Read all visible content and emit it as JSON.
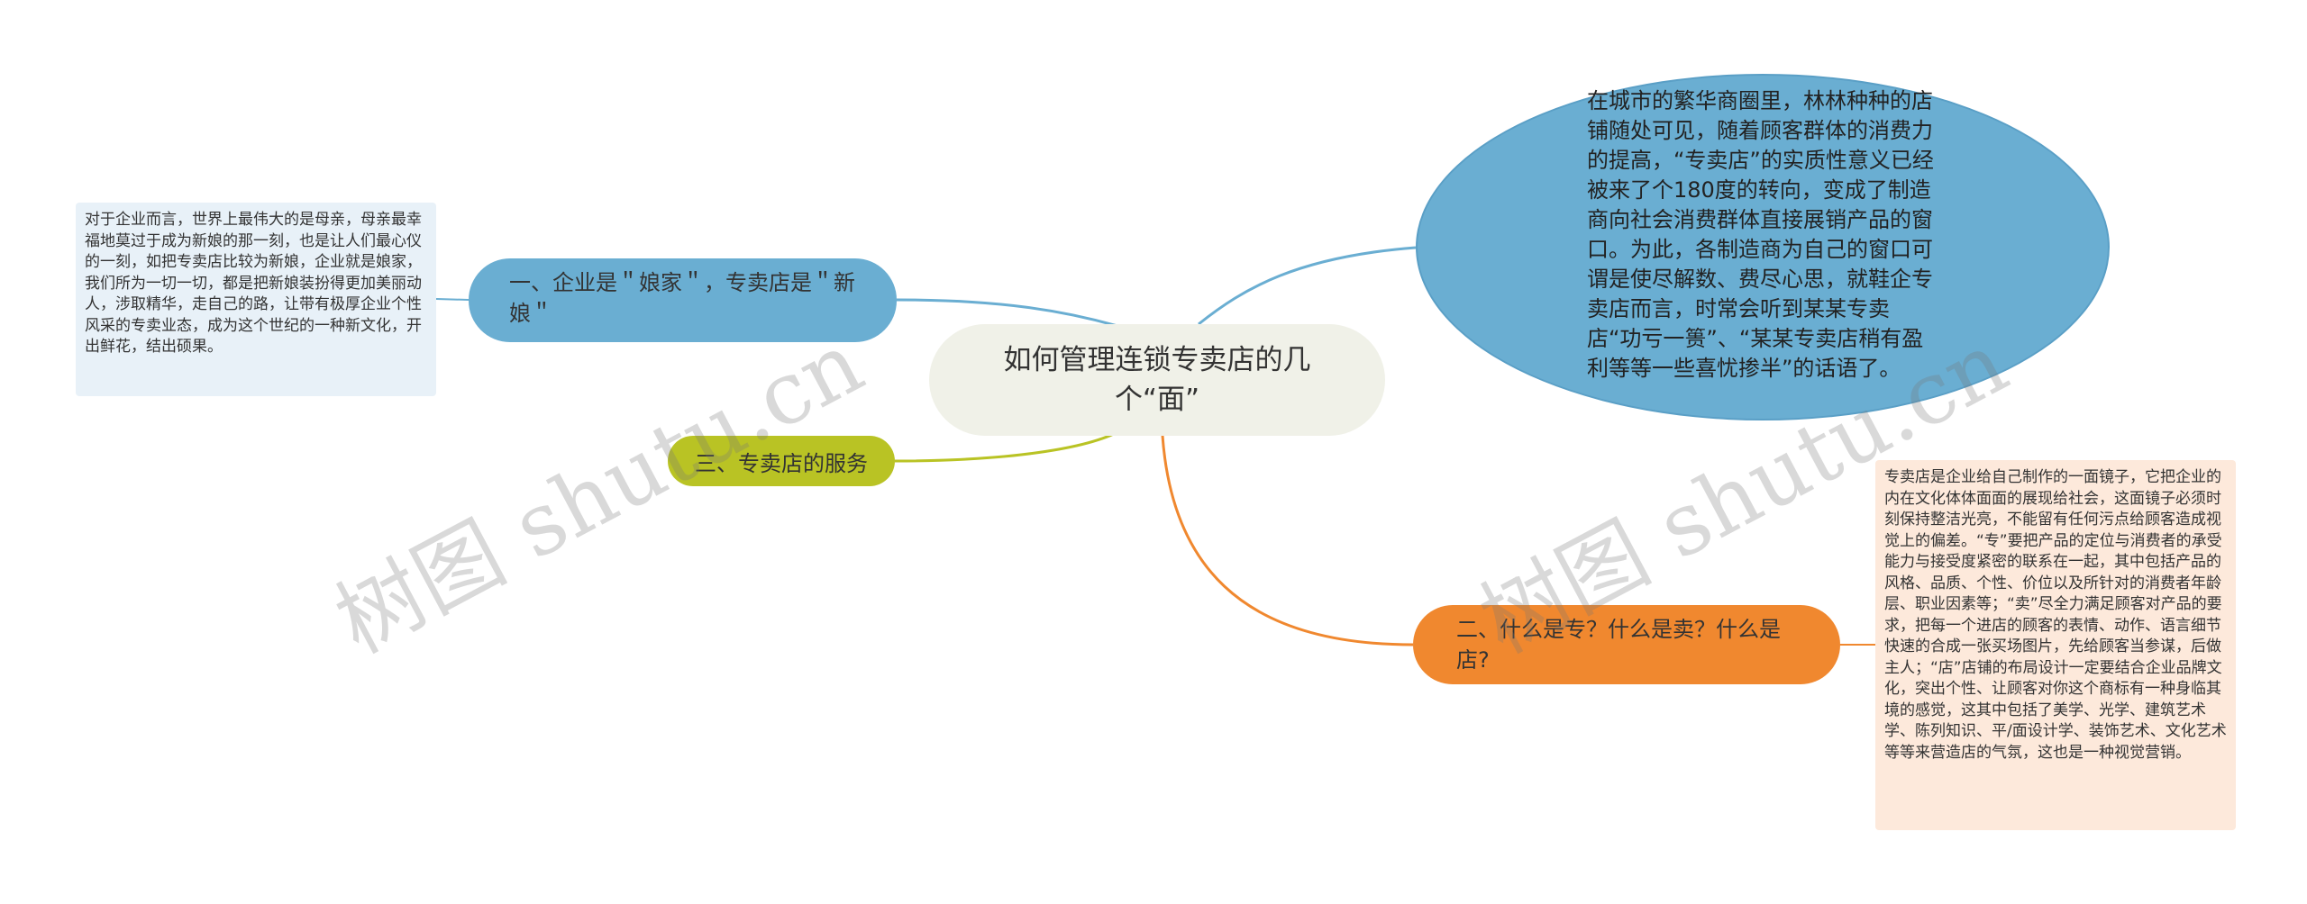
{
  "center": {
    "title": "如何管理连锁专卖店的几个“面”"
  },
  "branches": [
    {
      "label": "一、企业是＂娘家＂，专卖店是＂新娘＂",
      "color": "#6aaed2"
    },
    {
      "label": "二、什么是专？什么是卖？什么是店?",
      "color": "#f0882f"
    },
    {
      "label": "三、专卖店的服务",
      "color": "#b9c324"
    }
  ],
  "bubble": {
    "text": "在城市的繁华商圈里，林林种种的店铺随处可见，随着顾客群体的消费力的提高，“专卖店”的实质性意义已经被来了个180度的转向，变成了制造商向社会消费群体直接展销产品的窗口。为此，各制造商为自己的窗口可谓是使尽解数、费尽心思，就鞋企专卖店而言，时常会听到某某专卖店“功亏一篑”、“某某专卖店稍有盈利等等一些喜忧掺半”的话语了。",
    "color": "#6aaed2"
  },
  "notes": {
    "branch1": "对于企业而言，世界上最伟大的是母亲，母亲最幸福地莫过于成为新娘的那一刻，也是让人们最心仪的一刻，如把专卖店比较为新娘，企业就是娘家，我们所为一切一切，都是把新娘装扮得更加美丽动人，涉取精华，走自己的路，让带有极厚企业个性风采的专卖业态，成为这个世纪的一种新文化，开出鲜花，结出硕果。",
    "branch2": "专卖店是企业给自己制作的一面镜子，它把企业的内在文化体体面面的展现给社会，这面镜子必须时刻保持整洁光亮，不能留有任何污点给顾客造成视觉上的偏差。“专”要把产品的定位与消费者的承受能力与接受度紧密的联系在一起，其中包括产品的风格、品质、个性、价位以及所针对的消费者年龄层、职业因素等；“卖”尽全力满足顾客对产品的要求，把每一个进店的顾客的表情、动作、语言细节快速的合成一张买场图片，先给顾客当参谋，后做主人；“店”店铺的布局设计一定要结合企业品牌文化，突出个性、让顾客对你这个商标有一种身临其境的感觉，这其中包括了美学、光学、建筑艺术学、陈列知识、平/面设计学、装饰艺术、文化艺术等等来营造店的气氛，这也是一种视觉营销。"
  },
  "watermark": "树图 shutu.cn",
  "colors": {
    "center_bg": "#f0f1e8",
    "note1_bg": "#e8f1f8",
    "note2_bg": "#fde9db"
  }
}
